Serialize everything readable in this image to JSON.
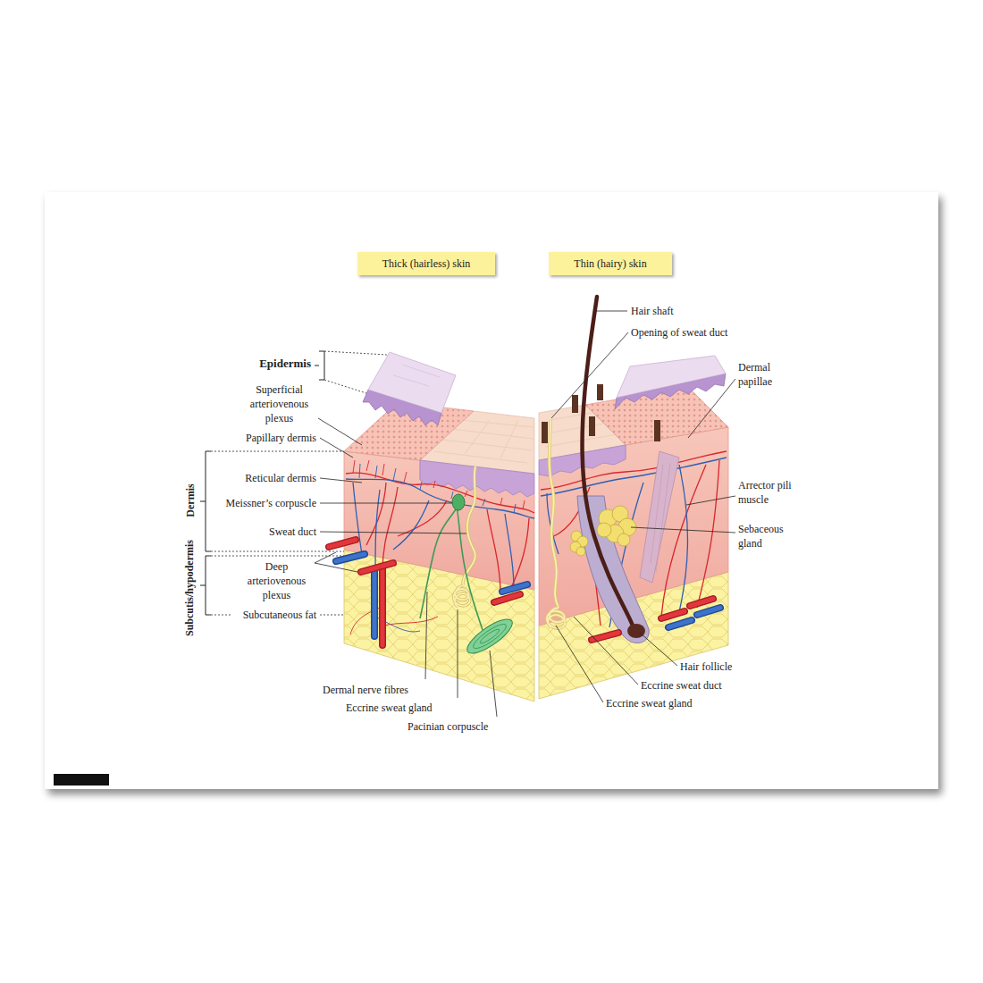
{
  "diagram": {
    "nodes": [
      {
        "text": [
          "Thick (hairless) skin"
        ]
      },
      {
        "text": [
          "Thin (hairy) skin"
        ]
      }
    ],
    "labels": [
      "Epidermis",
      "Superficial arteriovenous plexus",
      "Papillary dermis",
      "Reticular dermis",
      "Meissner’s corpuscle",
      "Sweat duct",
      "Deep arteriovenous plexus",
      "Subcutaneous fat",
      "Dermis",
      "Subcutis/hypodermis",
      "Dermal nerve fibres",
      "Eccrine sweat gland",
      "Pacinian corpuscle",
      "Hair shaft",
      "Opening of sweat duct",
      "Dermal papillae",
      "Arrector pili muscle",
      "Sebaceous gland",
      "Hair follicle",
      "Eccrine sweat duct",
      "Eccrine sweat gland"
    ]
  }
}
